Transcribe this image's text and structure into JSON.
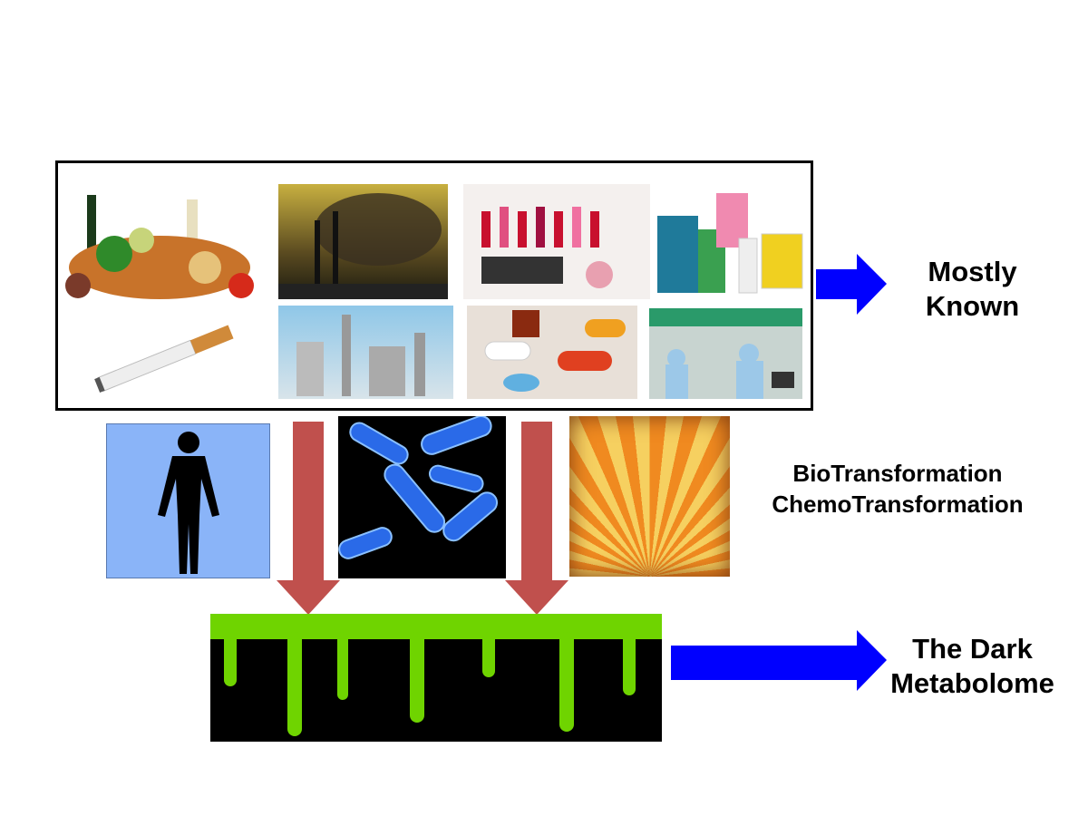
{
  "labels": {
    "known": [
      "Mostly",
      "Known"
    ],
    "transform": [
      "BioTransformation",
      "ChemoTransformation"
    ],
    "dark": [
      "The Dark",
      "Metabolome"
    ]
  },
  "images": [
    "food",
    "cigarette",
    "smokestack-pollution",
    "refinery",
    "cosmetics",
    "pills",
    "cleaning-products",
    "factory-workers",
    "human-silhouette",
    "bacteria",
    "sunburst",
    "green-slime"
  ],
  "colors": {
    "blue_arrow": "#0000ff",
    "red_arrow": "#c0504d",
    "human_bg": "#8ab4f8",
    "slime": "#6fd400"
  }
}
